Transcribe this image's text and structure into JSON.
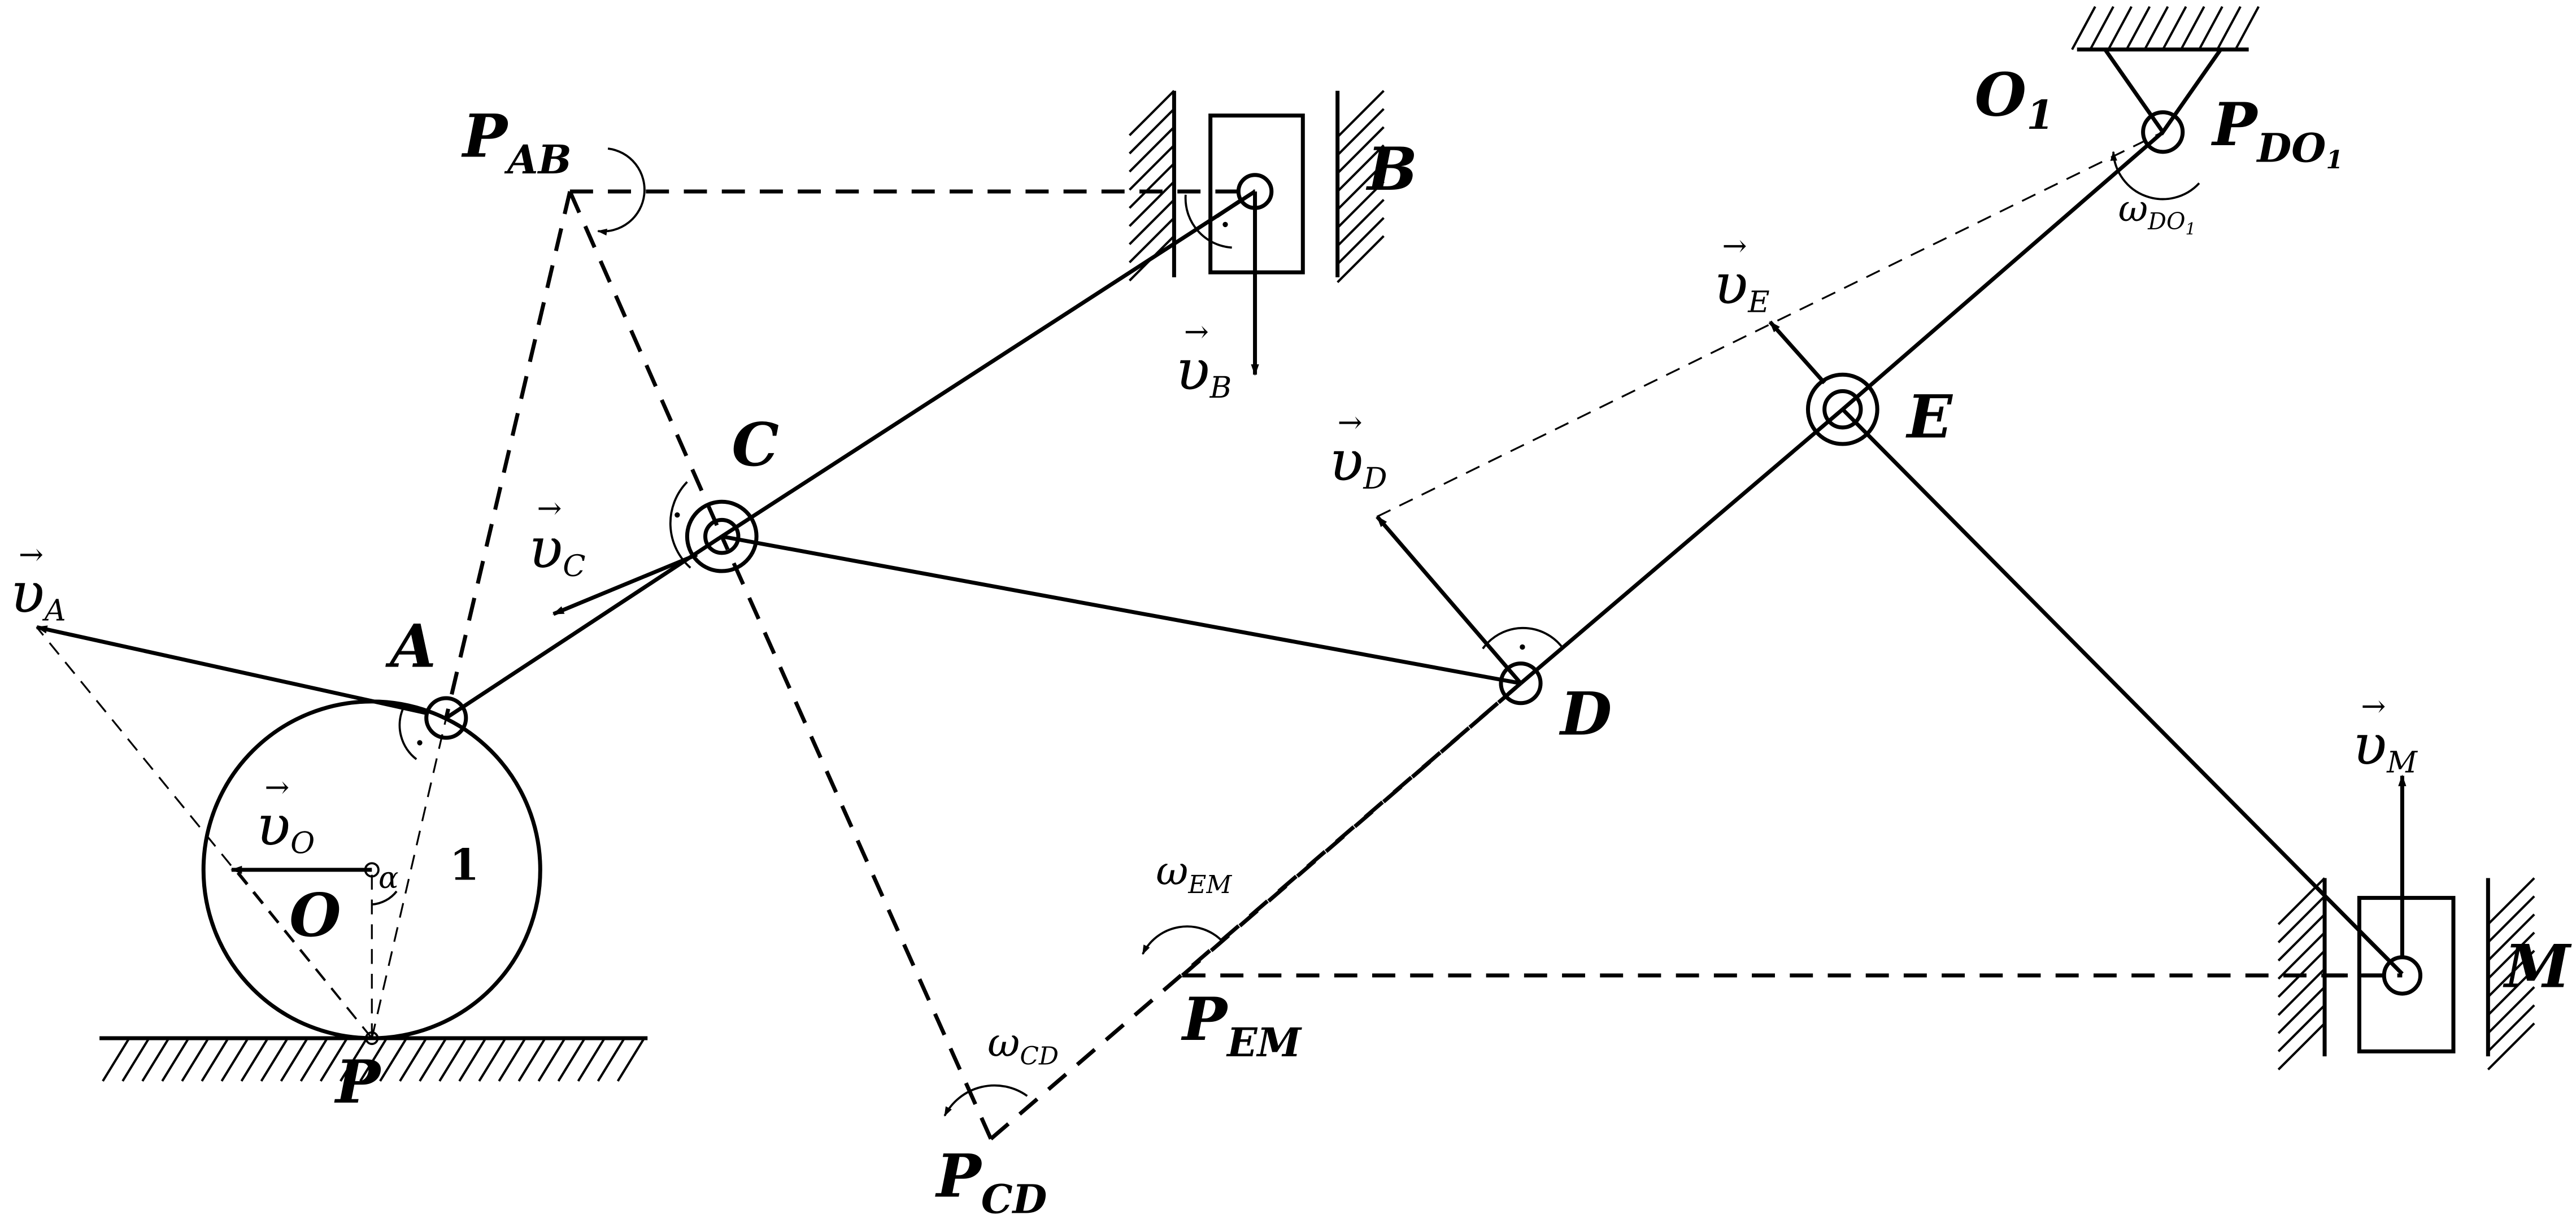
{
  "points": {
    "O": "O",
    "A": "A",
    "B": "B",
    "C": "C",
    "D": "D",
    "E": "E",
    "M": "M",
    "P": "P",
    "O1": "O",
    "O1_sub": "1",
    "disk_number": "1"
  },
  "centers": {
    "P_AB": {
      "main": "P",
      "sub": "AB"
    },
    "P_CD": {
      "main": "P",
      "sub": "CD"
    },
    "P_EM": {
      "main": "P",
      "sub": "EM"
    },
    "P_DO1": {
      "main": "P",
      "sub": "DO",
      "subsub": "1"
    }
  },
  "velocities": {
    "vA": {
      "sym": "υ",
      "sub": "A"
    },
    "vB": {
      "sym": "υ",
      "sub": "B"
    },
    "vC": {
      "sym": "υ",
      "sub": "C"
    },
    "vD": {
      "sym": "υ",
      "sub": "D"
    },
    "vE": {
      "sym": "υ",
      "sub": "E"
    },
    "vM": {
      "sym": "υ",
      "sub": "M"
    },
    "vO": {
      "sym": "υ",
      "sub": "O"
    }
  },
  "angular": {
    "w_CD": {
      "sym": "ω",
      "sub": "CD"
    },
    "w_EM": {
      "sym": "ω",
      "sub": "EM"
    },
    "w_DO1": {
      "sym": "ω",
      "sub": "DO",
      "subsub": "1"
    }
  },
  "angle_alpha": "α",
  "arrow_glyph": "→"
}
